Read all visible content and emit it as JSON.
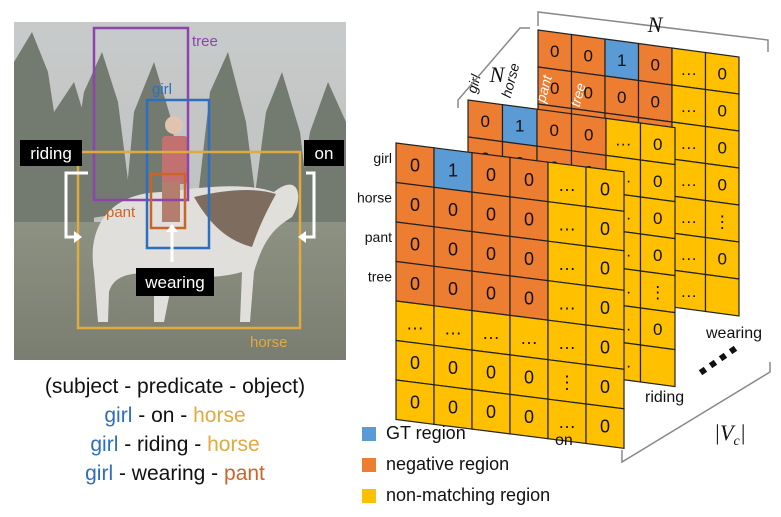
{
  "photo": {
    "box_labels": {
      "tree": "tree",
      "girl": "girl",
      "pant": "pant",
      "horse": "horse"
    },
    "predicates": {
      "riding": "riding",
      "on": "on",
      "wearing": "wearing"
    }
  },
  "triples": {
    "header": "(subject - predicate - object)",
    "items": [
      {
        "subject": "girl",
        "predicate": "on",
        "object": "horse",
        "object_color": "#e0aa3e"
      },
      {
        "subject": "girl",
        "predicate": "riding",
        "object": "horse",
        "object_color": "#e0aa3e"
      },
      {
        "subject": "girl",
        "predicate": "wearing",
        "object": "pant",
        "object_color": "#cc6428"
      }
    ]
  },
  "matrix": {
    "row_labels": [
      "girl",
      "horse",
      "pant",
      "tree"
    ],
    "col_labels": [
      "girl",
      "horse",
      "pant",
      "tree"
    ],
    "front_cells": [
      [
        "0",
        "1",
        "0",
        "0",
        "…",
        "0"
      ],
      [
        "0",
        "0",
        "0",
        "0",
        "…",
        "0"
      ],
      [
        "0",
        "0",
        "0",
        "0",
        "…",
        "0"
      ],
      [
        "0",
        "0",
        "0",
        "0",
        "…",
        "0"
      ],
      [
        "…",
        "…",
        "…",
        "…",
        "…",
        "0"
      ],
      [
        "0",
        "0",
        "0",
        "0",
        "⋮",
        "0"
      ],
      [
        "0",
        "0",
        "0",
        "0",
        "…",
        "0"
      ]
    ],
    "back_top_row": [
      "0",
      "0",
      "1",
      "0",
      "…",
      "0"
    ],
    "back_second_row": [
      "0",
      "0",
      "0",
      "0",
      "…",
      "0"
    ],
    "mid_top_row": [
      "0",
      "1",
      "0",
      "0",
      "…",
      "0"
    ],
    "right_column_values": [
      "0",
      "0",
      "0",
      "0",
      "⋮",
      "0"
    ],
    "layer_labels": [
      "on",
      "riding",
      "wearing"
    ],
    "dim_label_top": "N",
    "dim_label_side": "N",
    "dim_label_depth": "|V",
    "dim_label_depth_sub": "c",
    "dim_label_depth_end": "|"
  },
  "legend": {
    "items": [
      {
        "label": "GT region",
        "color": "#5b9bd5"
      },
      {
        "label": "negative region",
        "color": "#ed7d31"
      },
      {
        "label": "non-matching region",
        "color": "#ffc000"
      }
    ]
  },
  "colors": {
    "gt": "#5b9bd5",
    "negative": "#ed7d31",
    "nonmatching": "#ffc000",
    "tree_box": "#8e44ad",
    "girl_box": "#2e6ebf",
    "pant_box": "#cc6428",
    "horse_box": "#e0aa3e"
  }
}
